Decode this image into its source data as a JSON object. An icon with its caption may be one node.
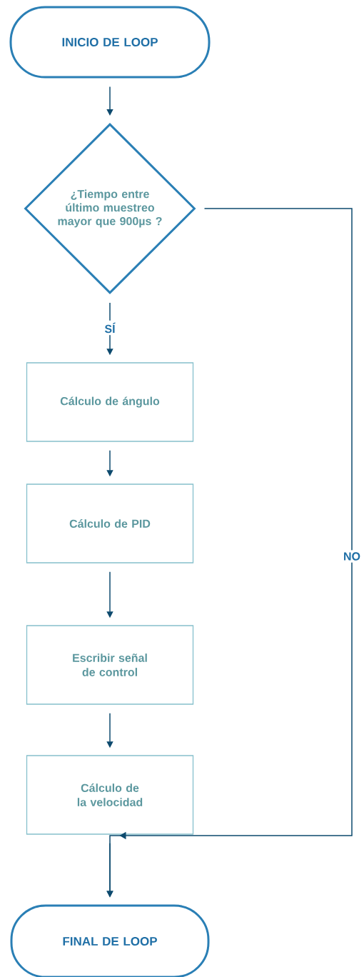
{
  "diagram": {
    "nodes": [
      {
        "text": [
          "INICIO DE LOOP"
        ]
      },
      {
        "text": [
          "¿Tiempo entre último muestreo mayor que 900µs ?"
        ]
      },
      {
        "text": [
          "Cálculo de ángulo"
        ]
      },
      {
        "text": [
          "Cálculo de PID"
        ]
      },
      {
        "text": [
          "Escribir señal de control"
        ]
      },
      {
        "text": [
          "Cálculo de la velocidad"
        ]
      },
      {
        "text": [
          "FINAL DE LOOP"
        ]
      }
    ],
    "edges": [
      {
        "from": 0,
        "to": 1,
        "arrow": "to"
      },
      {
        "from": 1,
        "to": 2,
        "arrow": "to",
        "label": "SÍ"
      },
      {
        "from": 2,
        "to": 3,
        "arrow": "to"
      },
      {
        "from": 3,
        "to": 4,
        "arrow": "to"
      },
      {
        "from": 4,
        "to": 5,
        "arrow": "to"
      },
      {
        "from": 5,
        "to": 6,
        "arrow": "to"
      },
      {
        "from": 1,
        "to": 6,
        "arrow": "to",
        "label": "NO"
      }
    ]
  }
}
